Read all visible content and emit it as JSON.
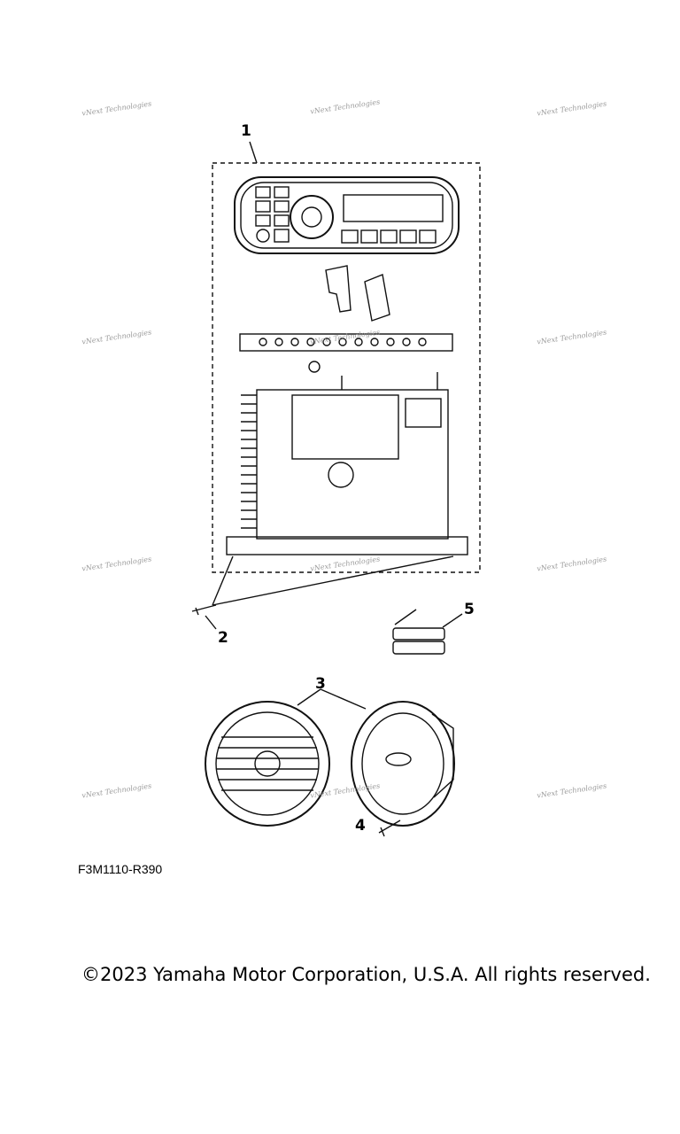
{
  "watermark": "vNext Technologies",
  "callouts": [
    "1",
    "2",
    "3",
    "4",
    "5"
  ],
  "diagram_code": "F3M1110-R390",
  "copyright": "©2023 Yamaha Motor Corporation, U.S.A. All rights reserved."
}
